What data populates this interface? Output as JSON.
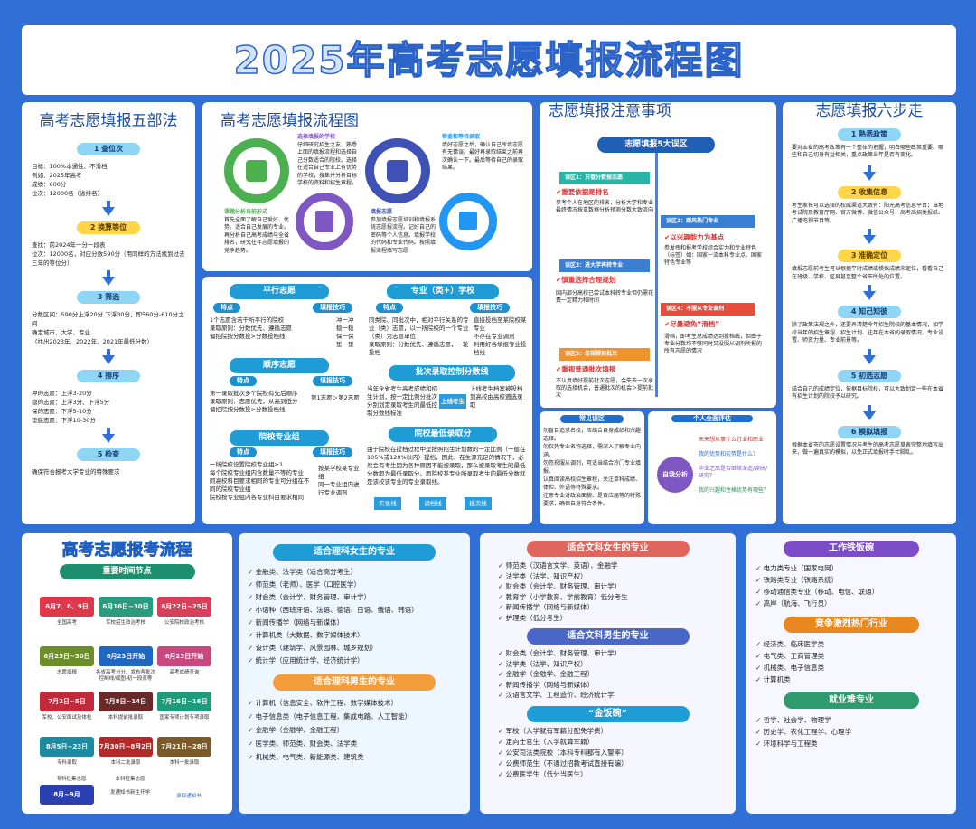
{
  "title": "2025年高考志愿填报流程图",
  "five": {
    "title": "高考志愿填报五部法",
    "s1": "1 查位次",
    "s1t": [
      "目标：100%本通性、不滑档",
      "例如：2025年高考",
      "成绩：600分",
      "位次：12000名（省排名）"
    ],
    "s2": "2 换算等位",
    "s2t": [
      "查找：前2024年一分一段表",
      "位次：12000名，对应分数590分（用同样的方法找到过去三年的等位分）"
    ],
    "s3": "3 筛选",
    "s3t": [
      "分数区间：590分上浮20分,下浮30分，即560分-610分之间",
      "确定城市、大学、专业",
      "（找出2023年、2022年、2021年最低分数）"
    ],
    "s4": "4 排序",
    "s4t": [
      "冲的志愿：上浮3-20分",
      "稳的志愿：上浮3分、下浮5分",
      "保的志愿：下浮5-10分",
      "垫底志愿：下浮10-30分"
    ],
    "s5": "5 检查",
    "s5t": [
      "确保符合报考大学专业的特殊要求"
    ]
  },
  "flow": {
    "title": "高考志愿填报流程图",
    "a_lbl": "选择填报的学校",
    "a_txt": "仔细研究招生之友、熟悉上面的填报流程和选择自己分数适合的院校。选择在适合自己专业上有优势的学校，搜集并分析目标学校的资料和招生章程。",
    "b_lbl": "检查和等待录取",
    "b_txt": "填好志愿之后，确认自己所填志愿有无错误。最好再录取结束之前再次确认一下。最后等待自己的录取结果。",
    "c_lbl": "课题分析当前形式",
    "c_txt": "首先全面了解自己爱好、优势。适合自己发展的专业。再分析自己高考成绩与全省排名，研究往年志愿填报的竞争趋势。",
    "d_lbl": "填报志愿",
    "d_txt": "参加填报志愿培训和填报系统志愿报流程。记好自己的密码等个人信息。填报学校的代码和专业代码。按照填报流程填写志愿"
  },
  "mid": {
    "parallel": "平行志愿",
    "feat": "特点",
    "skill": "填报技巧",
    "p_feat": [
      "1个志愿含若干所平行的院校",
      "录取原则：分数优先、遵循志愿",
      "偏招院按分数投>分数投档线"
    ],
    "p_skill": [
      "冲一冲",
      "稳一稳",
      "保一保",
      "垫一垫"
    ],
    "major": "专业（类+）学校",
    "m_feat": [
      "同类院、同批次中，相对平行关系的专业（类）志愿，以一所院校的一个专业（类）为志愿单位",
      "录取原则：分数优先、遵循志愿，一轮投档"
    ],
    "m_skill": [
      "直接投档至某院校某专业",
      "不存在专业调剂",
      "利用好各填报专业投档线"
    ],
    "seq": "顺序志愿",
    "s_feat": [
      "第一录取批次多个院校有先后顺序",
      "录取原则：志愿优先，从高到低分",
      "偏招院按分数投>分数投档线"
    ],
    "s_skill": "第1志愿＞第2志愿",
    "ctrl": "批次录取控制分数线",
    "ctrl_txt": "当年全省考生高考成绩和招生计划，按一定比例分批次分别划定录取考生的最低控制分数线标准",
    "ctrl_mid": "上线考生",
    "ctrl_right": "上线考生档案被投档到高校由高校遴选录取",
    "group": "院校专业组",
    "g_feat": [
      "一所院校设置院校专业组≥1",
      "每个院校专业组内含数量不等的专业",
      "同高校科目要求相同的专业可分组在不同的院校专业组",
      "院校按专业组内各专业科目要求相同"
    ],
    "g_skill": [
      "按某学校某专业组",
      "同一专业组内进行专业调剂"
    ],
    "low": "院校最低录取分",
    "low_txt": "由于院校在提档过程中是按照招生计划数的一定比例（一般在105%或120%以内）提档，因此，在生源充足的情况下，必然会有考生因为各种原因不能被录取，那么被录取考生的最低分数即为最低录取分。而院校某专业所录取考生的最低分数就是该校该专业的专业录取线。",
    "low_tags": [
      "实录线",
      "调档线",
      "批次线"
    ]
  },
  "notes": {
    "title": "志愿填报注意事项",
    "top": "志愿填报5大误区",
    "z1": "误区1：只看分数报志愿",
    "z1h": "✔重要依据是排名",
    "z1t": "参考个人在地区的排名，分析大学和专业最终情况按拿数据分析预测分数大致流向",
    "z2": "误区2：跟风热门专业",
    "z2h": "✔以兴趣能力为基点",
    "z2t": "参发挥和报考学校综合实力和专业特色（标签）如：国家一流本科专业点、国家特色专业等",
    "z3": "误区3：进大学再转专业",
    "z3h": "✔慎重选择合理规划",
    "z3t": "国内部分高校已尝试本科转专业但仍需花费一定精力和时间",
    "z4": "误区4：不服从专业调剂",
    "z4h": "✔尽量避免“滑档”",
    "z4t": "滑档，即考生总成绩达到投档线，但由于专业分数均不够同时又没服从调剂所报的所有志愿的情况",
    "z5": "误区5：忽视提前批次",
    "z5h": "✔重视普通批次填报",
    "z5t": "不认真填好提前批次志愿，会失去一次录取的选择机会，普通批次的机会＞提前批次",
    "advice": "常见误区",
    "advice_t": [
      "勿盲目追求名校，应结合自身成绩和兴趣选择。",
      "勿仅凭专业名称选择，需深入了解专业内涵。",
      "勿忽视服从调剂，可适当结合冷门专业填报。",
      "认真阅读高校招生章程，关注单科成绩、体检、外语等特殊要求。",
      "注意专业对政治面貌、是否应届等的特殊要求，确保自身符合条件。"
    ],
    "self": "个人全面评估",
    "self_c": "自我分析",
    "self_q": [
      "未来想从事什么行业和职业",
      "我的优势和劣势是什么？",
      "毕业之后是否继续深造/读研/研究？",
      "我的兴趣和性格优势有哪些？"
    ]
  },
  "six": {
    "title": "志愿填报六步走",
    "s1": "1 熟悉政策",
    "s1t": "要对本省的高考政策有一个整体的把握，明白哪些政策重要、哪些和自己切身有益相关，重点政策当年是否有变化。",
    "s2": "2 收集信息",
    "s2t": "考生家长可以选择的权威渠道大致有：阳光高考信息平台；当地考试院及教育厅网、官方微博、微信公众号；高考高招类报纸、广播电视节目等。",
    "s3": "3 准确定位",
    "s3t": "填报志愿前考生可以根据平时成绩或模拟成绩来定位，看看自己在班级、学校、区县甚至整个省市所处的位置。",
    "s4": "4 知己知彼",
    "s4t": "除了政策法规之外，还要弄清楚今年招生院校的基本情况，如学校当年的招生章程、招生计划、往年在本省的录取情况、专业设置、师资力量、专业前景等。",
    "s5": "5 初选志愿",
    "s5t": "结合自己的成绩定位，依据目标院校，可以大致划定一些在本省有招生计划的院校予以研究。",
    "s6": "6 模拟填报",
    "s6t": "根据本省市的志愿设置情况与考生的高考志愿草表完整地填写出来，做一遍真实的模拟，以免正式填报时手忙脚乱。"
  },
  "timeline": {
    "title": "高考志愿报考流程",
    "sub": "重要时间节点",
    "nodes": [
      {
        "d": "6月7、8、9日",
        "c": "全国高考"
      },
      {
        "d": "6月16日~30日",
        "c": "军校招生政治考核"
      },
      {
        "d": "6月22日~25日",
        "c": "公安院校政治考核"
      },
      {
        "d": "6月25日~30日",
        "c": "志愿填报"
      },
      {
        "d": "6月23日开始",
        "c": "各省高考分分、发布各批次控制线/截图-初一段表等"
      },
      {
        "d": "6月23日开始",
        "c": "高考成绩查询"
      },
      {
        "d": "7月2日~5日",
        "c": "军校、公安面试及体检"
      },
      {
        "d": "7月8日~14日",
        "c": "本科提前批录取"
      },
      {
        "d": "7月16日~16日",
        "c": "国家专项计划专项录取"
      },
      {
        "d": "8月5日~23日",
        "c": "专科录取"
      },
      {
        "d": "7月30日~8月2日",
        "c": "本科二批录取"
      },
      {
        "d": "7月21日~28日",
        "c": "本科一批录取"
      },
      {
        "d": "8月~9月",
        "c": "发通知书新生开学"
      }
    ],
    "extra": [
      "专科征集志愿",
      "本科征集志愿",
      "录取通知书"
    ]
  },
  "sci_f": {
    "title": "适合理科女生的专业",
    "items": [
      "金融类、法学类（适合高分考生）",
      "师范类（老师）、医学（口腔医学）",
      "财会类（会计学、财务管理、审计学）",
      "小语种（西班牙语、法语、德语、日语、俄语、韩语）",
      "新闻传播学（网络与新媒体）",
      "计算机类（大数据、数字媒体技术）",
      "设计类（建筑学、风景园林、城乡规划）",
      "统计学（应用统计学、经济统计学）"
    ]
  },
  "sci_m": {
    "title": "适合理科男生的专业",
    "items": [
      "计算机（信息安全、软件工程、数字媒体技术）",
      "电子信息类（电子信息工程、集成电路、人工智能）",
      "金融学（金融学、金融工程）",
      "医学类、师范类、财会类、法学类",
      "机械类、电气类、新能源类、建筑类"
    ]
  },
  "art_f": {
    "title": "适合文科女生的专业",
    "items": [
      "师范类（汉语言文学、英语）、金融学",
      "法学类（法学、知识产权）",
      "财会类（会计学、财务管理、审计学）",
      "教育学（小学教育、学前教育）低分考生",
      "新闻传播学（网络与新媒体）",
      "护理类（低分考生）"
    ]
  },
  "art_m": {
    "title": "适合文科男生的专业",
    "items": [
      "财会类（会计学、财务管理、审计学）",
      "法学类（法学、知识产权）",
      "金融学（金融学、金融工程）",
      "新闻传播学（网络与新媒体）",
      "汉语言文学、工程造价、经济统计学"
    ]
  },
  "gold": {
    "title": "“金饭碗”",
    "items": [
      "军校（入学就有军籍分配免学费）",
      "定向士官生（入学就算军籍）",
      "公安司法类院校（本科专科都有入警率）",
      "公费师范生（不通过招教考试直接有编）",
      "公费医学生（低分当医生）"
    ]
  },
  "iron": {
    "title": "工作铁饭碗",
    "items": [
      "电力类专业（国家电网）",
      "铁路类专业（铁路系统）",
      "移动通信类专业（移动、电信、联通）",
      "高岸（航海、飞行员）"
    ]
  },
  "hot": {
    "title": "竞争激烈热门行业",
    "items": [
      "经济类、临床医学类",
      "电气类、工商管理类",
      "机械类、电子信息类",
      "计算机类"
    ]
  },
  "hard": {
    "title": "就业难专业",
    "items": [
      "哲学、社会学、物理学",
      "历史学、农化工程学、心理学",
      "环境科学与工程类"
    ]
  }
}
